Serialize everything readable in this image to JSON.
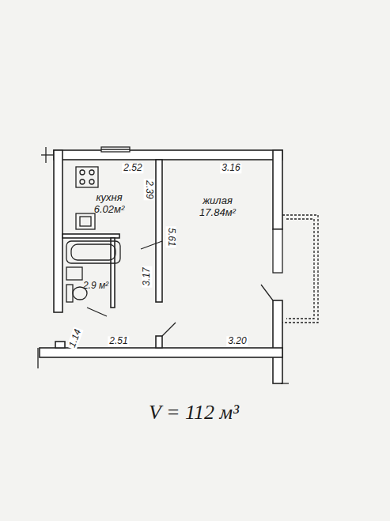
{
  "diagram": {
    "caption": "V = 112 м³",
    "nodes": [
      {
        "text": [
          "кухня",
          "6.02м²"
        ]
      },
      {
        "text": [
          "жилая",
          "17.84м²"
        ]
      },
      {
        "text": [
          "2.9 м²"
        ]
      }
    ],
    "labels": [
      "2.52",
      "3.16",
      "2.39",
      "5.61",
      "3.17",
      "2.51",
      "3.20",
      "1.14"
    ]
  }
}
